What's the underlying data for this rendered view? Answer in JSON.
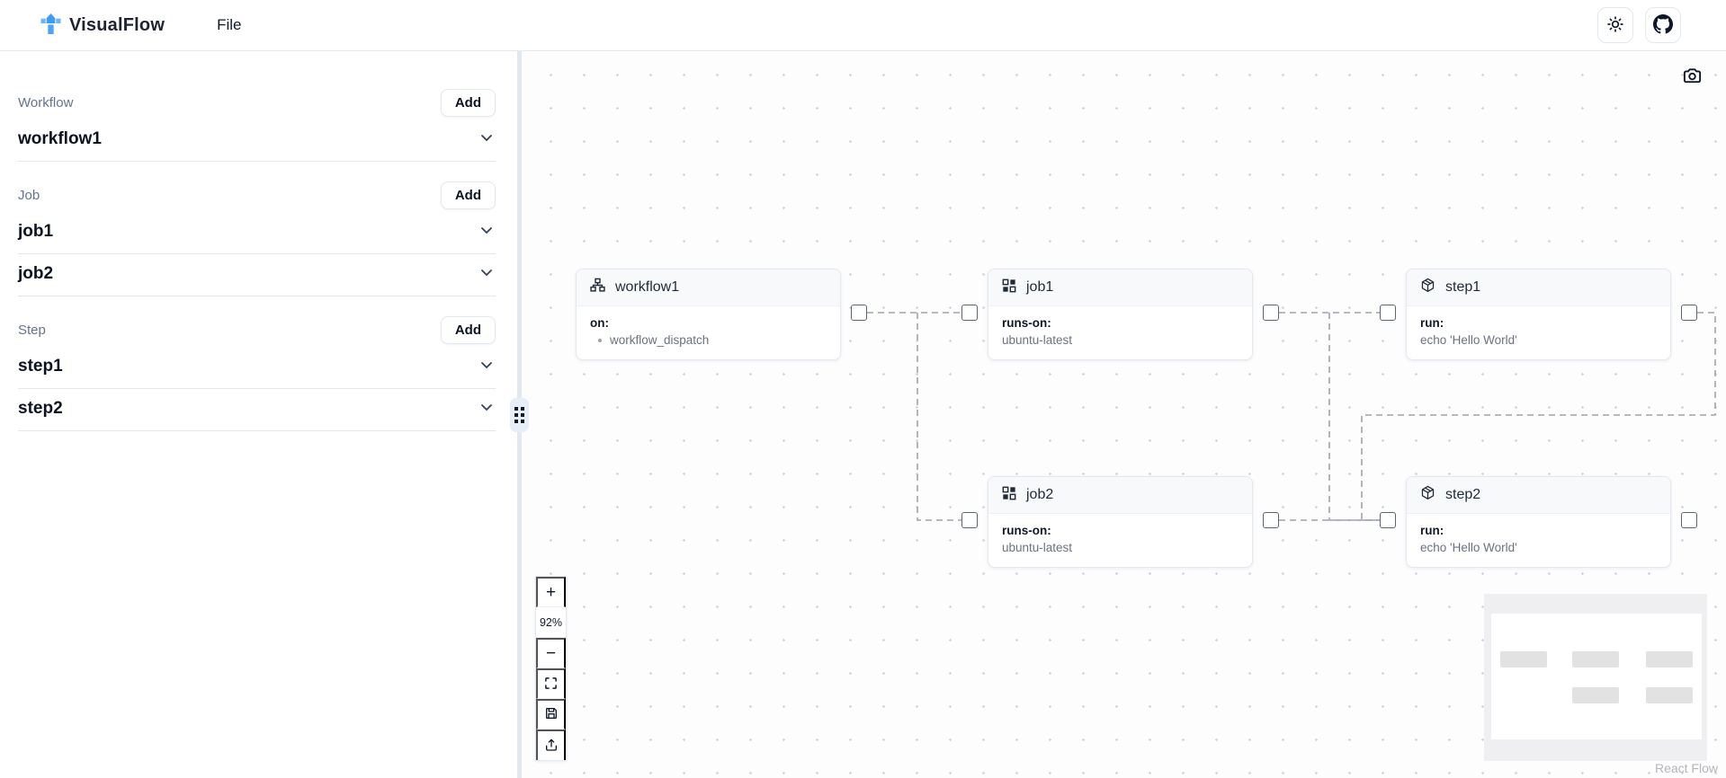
{
  "header": {
    "brand": "VisualFlow",
    "menu": {
      "file": "File"
    },
    "icons": {
      "logo": "visualflow-logo",
      "theme": "sun-icon",
      "github": "github-icon"
    }
  },
  "sidebar": {
    "sections": [
      {
        "label": "Workflow",
        "add_label": "Add",
        "items": [
          {
            "name": "workflow1"
          }
        ]
      },
      {
        "label": "Job",
        "add_label": "Add",
        "items": [
          {
            "name": "job1"
          },
          {
            "name": "job2"
          }
        ]
      },
      {
        "label": "Step",
        "add_label": "Add",
        "items": [
          {
            "name": "step1"
          },
          {
            "name": "step2"
          }
        ]
      }
    ]
  },
  "canvas": {
    "nodes": [
      {
        "id": "workflow1",
        "icon": "workflow-icon",
        "title": "workflow1",
        "key": "on:",
        "value": "workflow_dispatch",
        "bullet": true
      },
      {
        "id": "job1",
        "icon": "job-icon",
        "title": "job1",
        "key": "runs-on:",
        "value": "ubuntu-latest"
      },
      {
        "id": "step1",
        "icon": "step-icon",
        "title": "step1",
        "key": "run:",
        "value": "echo 'Hello World'"
      },
      {
        "id": "job2",
        "icon": "job-icon",
        "title": "job2",
        "key": "runs-on:",
        "value": "ubuntu-latest"
      },
      {
        "id": "step2",
        "icon": "step-icon",
        "title": "step2",
        "key": "run:",
        "value": "echo 'Hello World'"
      }
    ],
    "controls": {
      "zoom_in_label": "+",
      "zoom_level": "92%",
      "zoom_out_label": "−",
      "icons": [
        "fit-view-icon",
        "save-icon",
        "upload-icon"
      ]
    },
    "screenshot_icon": "camera-icon",
    "attribution": "React Flow"
  },
  "colors": {
    "accent_blue": "#4da3f5",
    "node_header_bg": "#f7f9fb",
    "edge_gray": "#9fa3ab",
    "border_gray": "#e2e8f0"
  }
}
